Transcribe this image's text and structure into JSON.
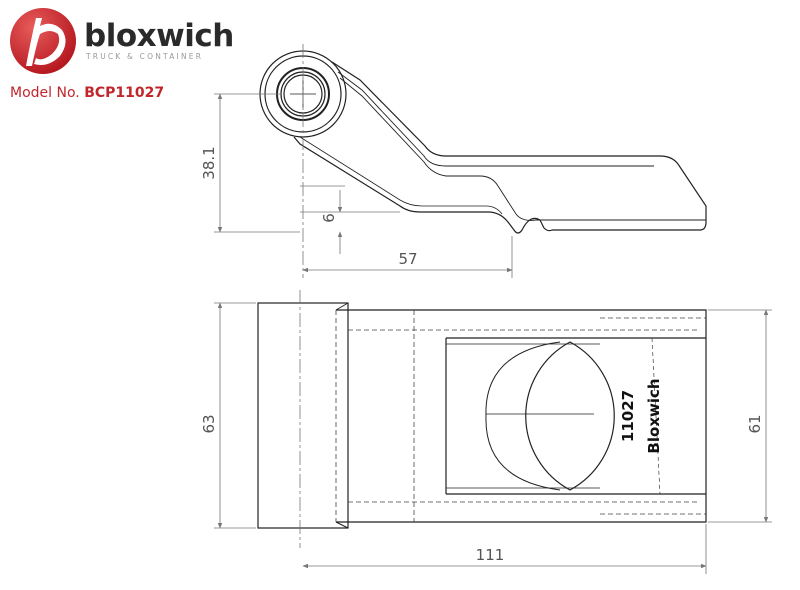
{
  "brand": {
    "name": "bloxwich",
    "tagline": "TRUCK & CONTAINER"
  },
  "model": {
    "label": "Model No.",
    "number": "BCP11027"
  },
  "dimensions": {
    "height_side": "38.1",
    "offset": "6",
    "pin_to_bend": "57",
    "overall_width": "63",
    "leaf_width": "61",
    "overall_length": "111"
  },
  "stamp": {
    "part": "11027",
    "maker": "Bloxwich"
  },
  "colors": {
    "accent": "#c0262c",
    "line": "#222222",
    "dimension": "#777777"
  }
}
